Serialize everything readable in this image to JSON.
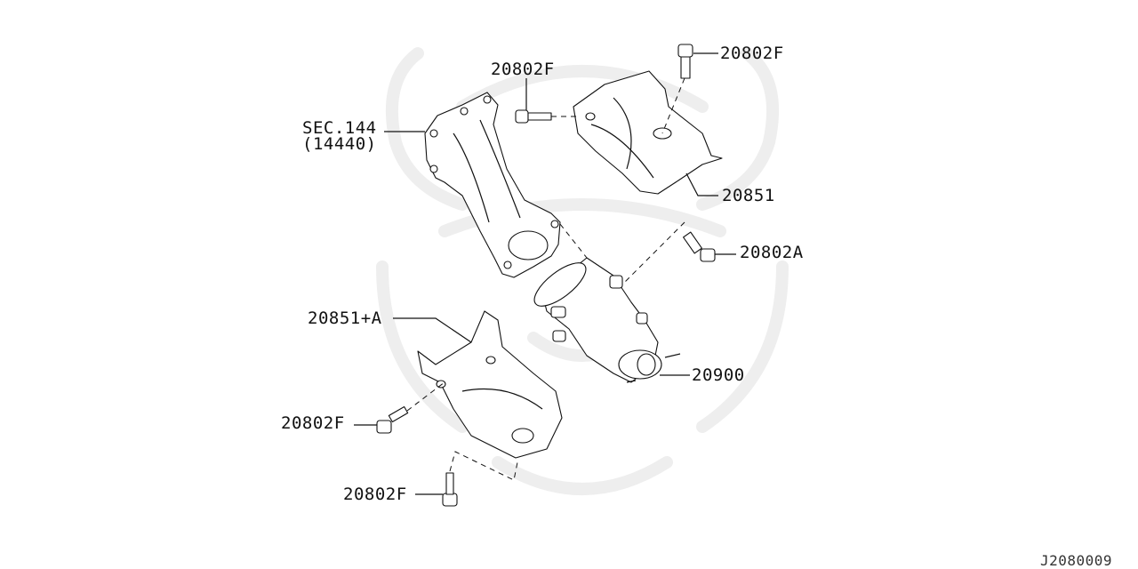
{
  "labels": {
    "bolt_top_center": "20802F",
    "bolt_top_right": "20802F",
    "sec_line1": "SEC.144",
    "sec_line2": "(14440)",
    "heat_shield_upper": "20851",
    "bolt_right": "20802A",
    "heat_shield_lower": "20851+A",
    "converter": "20900",
    "bolt_left": "20802F",
    "bolt_bottom": "20802F"
  },
  "diagram_code": "J2080009"
}
